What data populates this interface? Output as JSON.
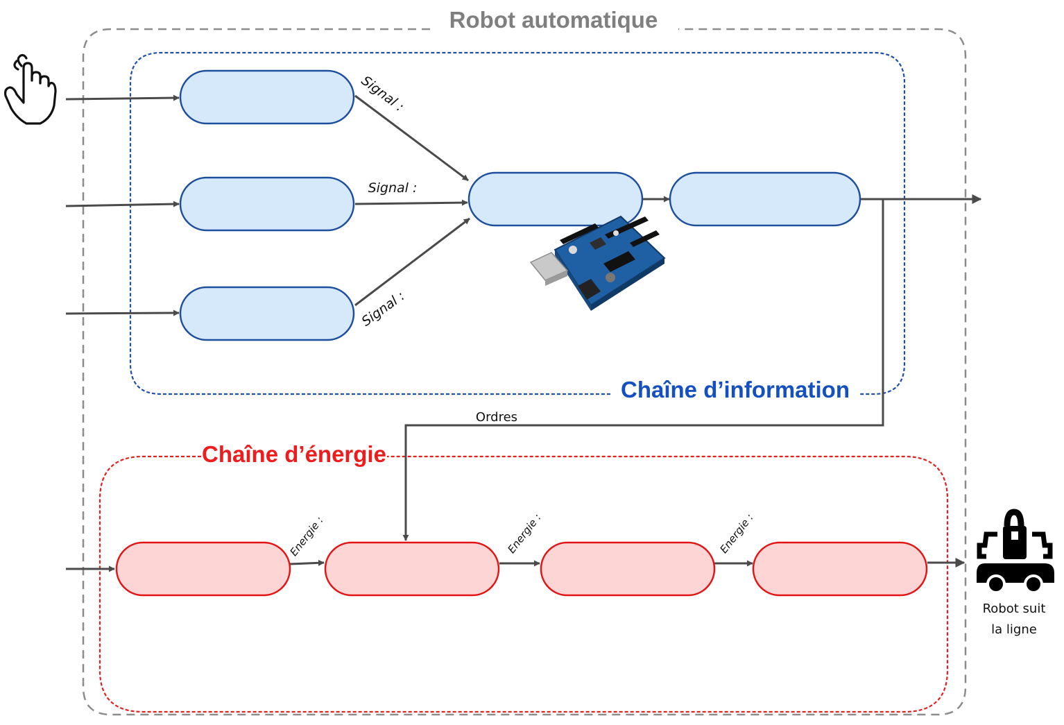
{
  "diagram": {
    "outer_frame": {
      "title": "Robot automatique",
      "title_color": "#7f7f7f",
      "border_color": "#8c8c8c"
    },
    "info_chain": {
      "title": "Chaîne d’information",
      "title_color": "#1450c0",
      "border_color": "#1f4fa8",
      "block_fill": "#d6e9fb",
      "block_stroke": "#1d4f9c",
      "signal_labels": [
        "Signal :",
        "Signal  :",
        "Signal :"
      ]
    },
    "energy_chain": {
      "title": "Chaîne d’énergie",
      "title_color": "#ee1c1c",
      "border_color": "#e32020",
      "block_fill": "#fdd5d5",
      "block_stroke": "#e31414",
      "energy_labels": [
        "Energie :",
        "Energie :",
        "Energie :"
      ]
    },
    "orders_label": "Ordres",
    "output_label_line1": "Robot suit",
    "output_label_line2": "la ligne",
    "arrow_color": "#4a4a4a",
    "icons": {
      "input_icon": "hand-pointer-icon",
      "board_icon": "arduino-board-icon",
      "output_icon": "robot-icon"
    }
  }
}
